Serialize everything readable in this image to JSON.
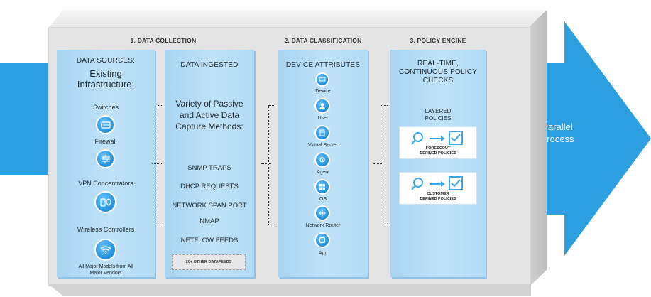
{
  "stages": {
    "s1": "1. DATA COLLECTION",
    "s2": "2. DATA CLASSIFICATION",
    "s3": "3. POLICY ENGINE"
  },
  "sources": {
    "header": "DATA SOURCES:",
    "title_line1": "Existing",
    "title_line2": "Infrastructure:",
    "switches": "Switches",
    "firewall": "Firewall",
    "vpn": "VPN Concentrators",
    "wireless": "Wireless Controllers",
    "footer_line1": "All Major Models from All",
    "footer_line2": "Major Vendors"
  },
  "ingested": {
    "header": "DATA INGESTED",
    "title_line1": "Variety of Passive",
    "title_line2": "and Active Data",
    "title_line3": "Capture Methods:",
    "items": [
      "SNMP TRAPS",
      "DHCP REQUESTS",
      "NETWORK SPAN PORT",
      "NMAP",
      "NETFLOW FEEDS"
    ],
    "other": "20+ OTHER DATAFEEDS"
  },
  "attributes": {
    "header": "DEVICE ATTRIBUTES",
    "items": [
      "Device",
      "User",
      "Virtual Server",
      "Agent",
      "OS",
      "Network Router",
      "App"
    ]
  },
  "policy": {
    "header_line1": "REAL-TIME,",
    "header_line2": "CONTINUOUS POLICY",
    "header_line3": "CHECKS",
    "layered_line1": "LAYERED",
    "layered_line2": "POLICIES",
    "card1_line1": "FORESCOUT",
    "card1_line2": "DEFINED POLICIES",
    "card2_line1": "CUSTOMER",
    "card2_line2": "DEFINED POLICIES"
  },
  "arrow": {
    "label_line1": "Parallel",
    "label_line2": "Process"
  },
  "colors": {
    "arrow_blue": "#2b9fe0",
    "panel_blue": "#b9e0f7",
    "icon_blue": "#1f8fd8"
  }
}
